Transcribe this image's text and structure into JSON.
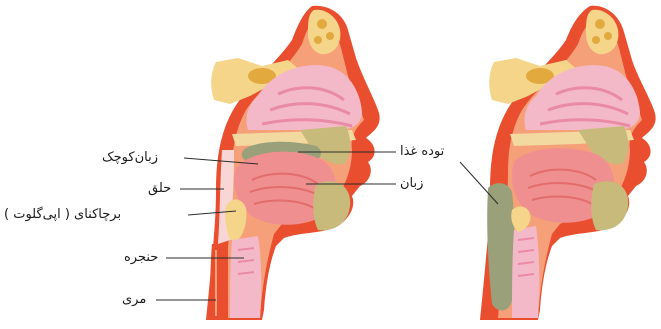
{
  "labels": {
    "soft_palate": "زبان‌کوچک",
    "pharynx": "حلق",
    "epiglottis": "برچاکنای ( اپی‌گلوت )",
    "larynx": "حنجره",
    "esophagus": "مری",
    "food_bolus": "توده غذا",
    "tongue": "زبان"
  },
  "colors": {
    "skin": "#e94e2f",
    "skin_light": "#f6a07a",
    "bone": "#f5d58a",
    "bone_dark": "#e2a93e",
    "pink": "#f4b9c8",
    "pink_dark": "#e98aa6",
    "tongue": "#ef8f8f",
    "cartilage": "#f2d9a0",
    "olive": "#c7ba7b",
    "bolus": "#9aa07a",
    "airway": "#f9d6d6",
    "line": "#2b2b2b"
  }
}
